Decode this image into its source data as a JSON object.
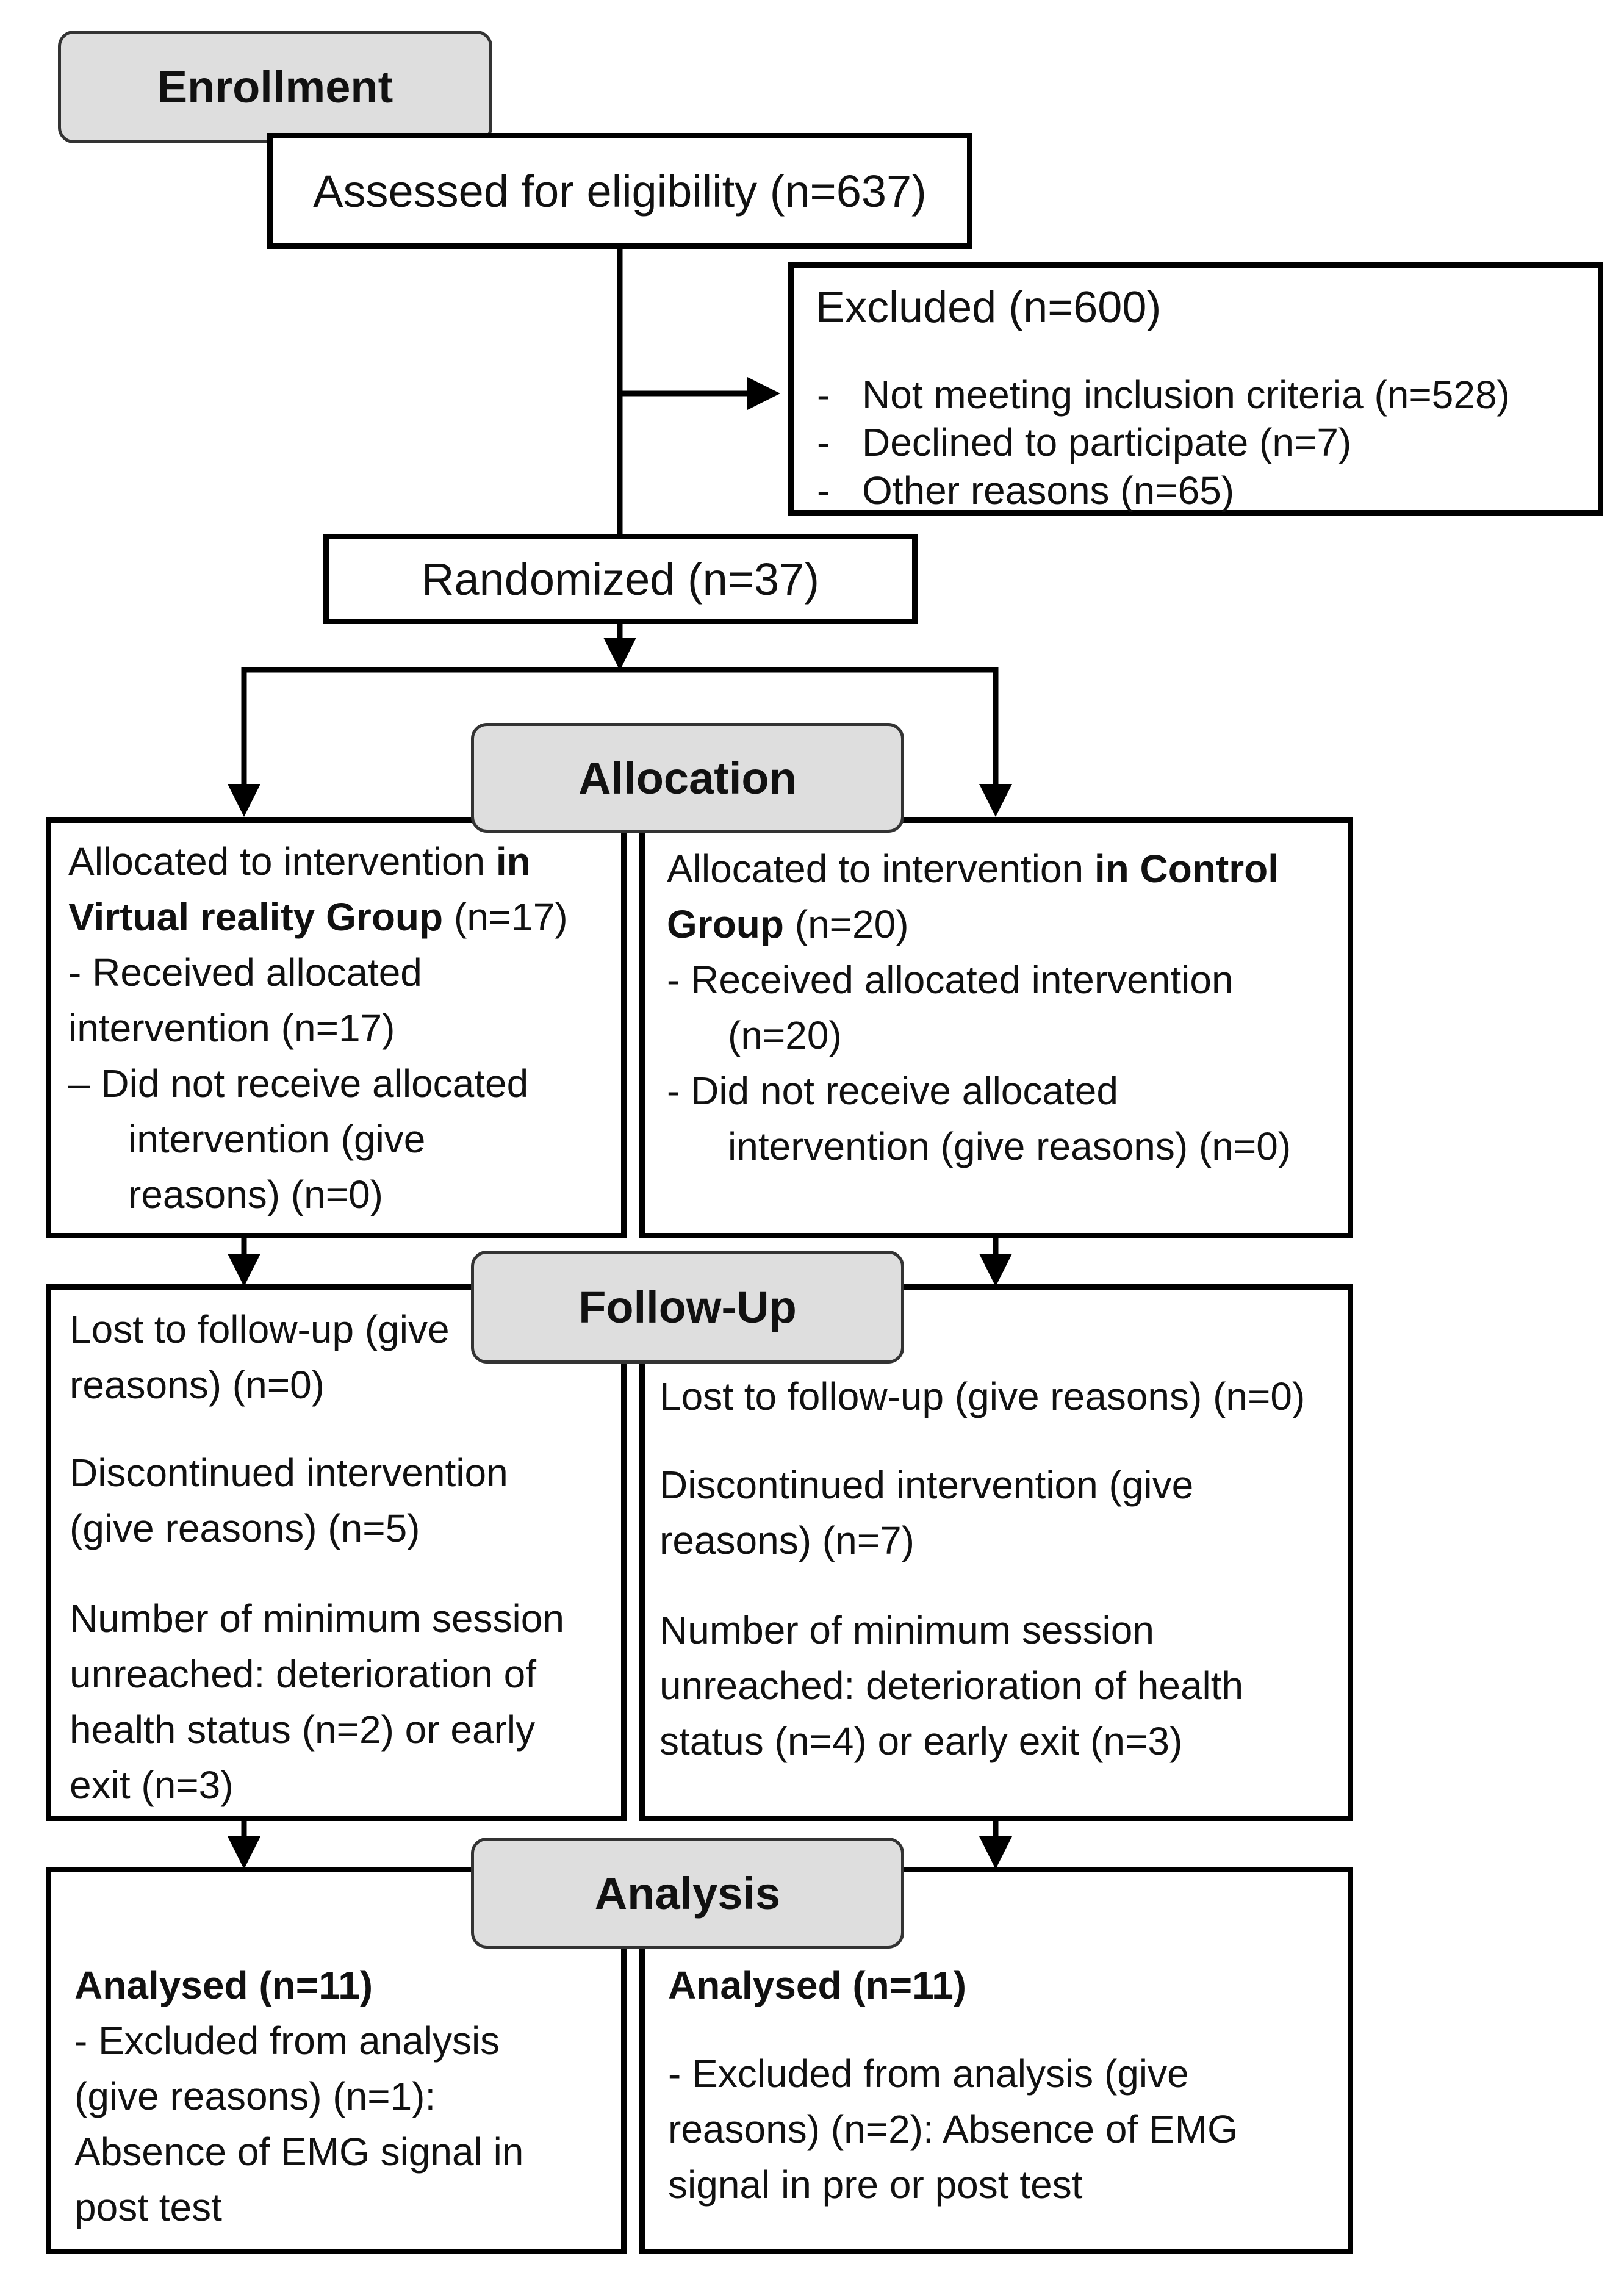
{
  "stages": {
    "enrollment": "Enrollment",
    "allocation": "Allocation",
    "follow_up": "Follow-Up",
    "analysis": "Analysis"
  },
  "assessed": "Assessed for eligibility (n=637)",
  "excluded": {
    "title": "Excluded (n=600)",
    "items": [
      "Not meeting inclusion criteria (n=528)",
      "Declined to participate (n=7)",
      "Other reasons (n=65)"
    ],
    "bullet": "-"
  },
  "randomized": "Randomized (n=37)",
  "allocation": {
    "left": {
      "line1_plain": "Allocated to intervention ",
      "line1_bold": "in",
      "line2_bold": "Virtual reality Group",
      "line2_plain": " (n=17)",
      "lines": [
        "- Received allocated",
        "intervention (n=17)",
        "– Did not receive allocated",
        "intervention (give",
        "reasons) (n=0)"
      ]
    },
    "right": {
      "line1_plain": "Allocated to intervention ",
      "line1_bold": "in Control",
      "line2_bold": "Group",
      "line2_plain": " (n=20)",
      "lines": [
        "- Received allocated intervention",
        "(n=20)",
        "- Did not receive allocated",
        "intervention (give reasons) (n=0)"
      ]
    }
  },
  "follow_up": {
    "left": [
      "Lost to follow-up (give",
      "reasons) (n=0)",
      "Discontinued intervention",
      "(give reasons) (n=5)",
      "Number of minimum session",
      "unreached: deterioration of",
      "health status (n=2) or early",
      "exit  (n=3)"
    ],
    "right": [
      "Lost to follow-up (give reasons) (n=0)",
      "Discontinued intervention (give",
      "reasons) (n=7)",
      "Number of minimum session",
      "unreached: deterioration of health",
      "status (n=4) or early exit (n=3)"
    ]
  },
  "analysis": {
    "left": {
      "title": "Analysed (n=11)",
      "lines": [
        "- Excluded from analysis",
        "(give reasons) (n=1):",
        "Absence of EMG signal in",
        "post test"
      ]
    },
    "right": {
      "title": "Analysed (n=11)",
      "lines": [
        "- Excluded from analysis (give",
        "reasons) (n=2): Absence of EMG",
        "signal in pre or post test"
      ]
    }
  }
}
